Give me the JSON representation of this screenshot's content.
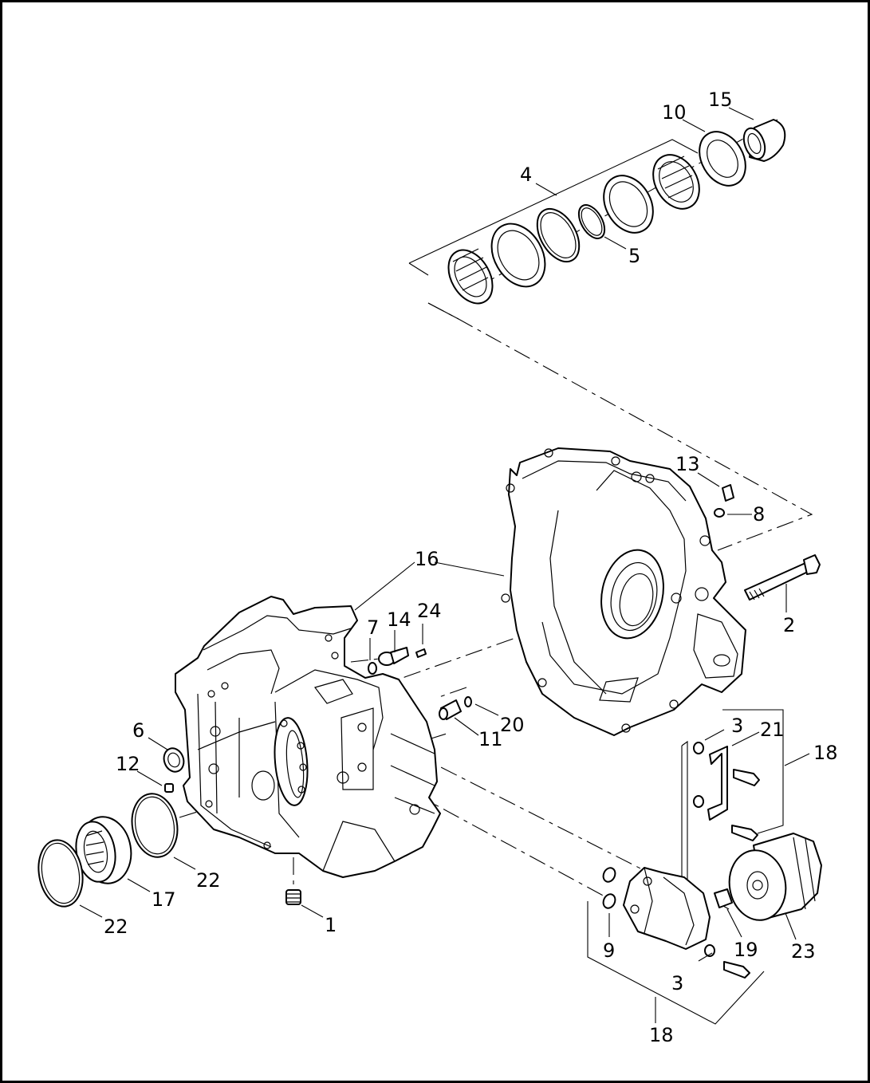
{
  "callouts": [
    {
      "id": "c1",
      "text": "1"
    },
    {
      "id": "c2",
      "text": "2"
    },
    {
      "id": "c3a",
      "text": "3"
    },
    {
      "id": "c3b",
      "text": "3"
    },
    {
      "id": "c4",
      "text": "4"
    },
    {
      "id": "c5",
      "text": "5"
    },
    {
      "id": "c6",
      "text": "6"
    },
    {
      "id": "c7",
      "text": "7"
    },
    {
      "id": "c8",
      "text": "8"
    },
    {
      "id": "c9",
      "text": "9"
    },
    {
      "id": "c10",
      "text": "10"
    },
    {
      "id": "c11",
      "text": "11"
    },
    {
      "id": "c12",
      "text": "12"
    },
    {
      "id": "c13",
      "text": "13"
    },
    {
      "id": "c14",
      "text": "14"
    },
    {
      "id": "c15",
      "text": "15"
    },
    {
      "id": "c16",
      "text": "16"
    },
    {
      "id": "c17",
      "text": "17"
    },
    {
      "id": "c18a",
      "text": "18"
    },
    {
      "id": "c18b",
      "text": "18"
    },
    {
      "id": "c19",
      "text": "19"
    },
    {
      "id": "c20",
      "text": "20"
    },
    {
      "id": "c21",
      "text": "21"
    },
    {
      "id": "c22a",
      "text": "22"
    },
    {
      "id": "c22b",
      "text": "22"
    },
    {
      "id": "c23",
      "text": "23"
    },
    {
      "id": "c24",
      "text": "24"
    }
  ]
}
